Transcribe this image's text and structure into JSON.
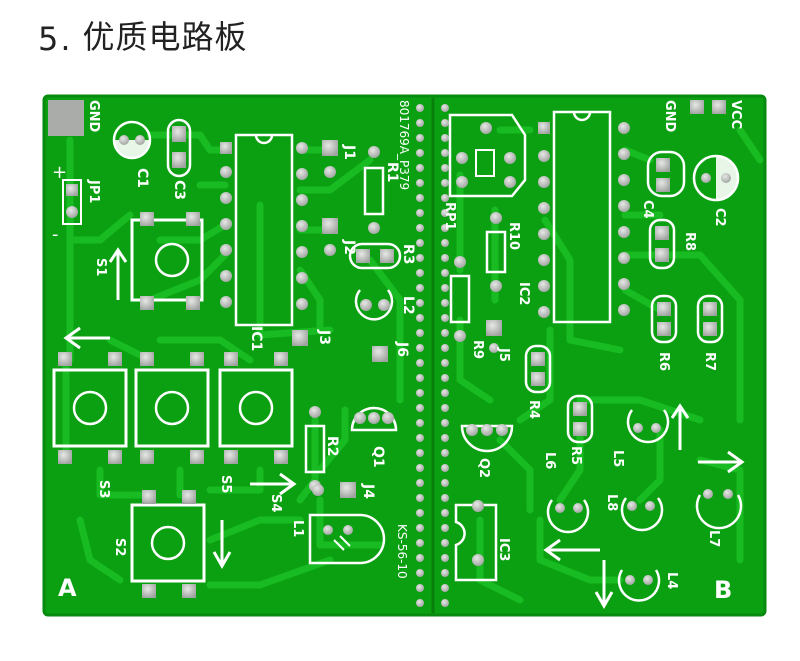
{
  "heading": {
    "number": "5",
    "separator": ".",
    "title": "优质电路板"
  },
  "colors": {
    "board": "#0aa012",
    "trace": "#15b81e",
    "pad": "#b8bcb8",
    "silk": "#ffffff"
  },
  "silk": {
    "gnd_left": "GND",
    "plus": "+",
    "minus": "-",
    "jp1": "JP1",
    "c1": "C1",
    "c3": "C3",
    "s1": "S1",
    "s2": "S2",
    "s3": "S3",
    "s4": "S4",
    "s5": "S5",
    "ic1": "IC1",
    "j1": "J1",
    "j2": "J2",
    "j3": "J3",
    "j4": "J4",
    "j5": "J5",
    "j6": "J6",
    "r1": "R1",
    "r2": "R2",
    "r3": "R3",
    "l1": "L1",
    "l2": "L2",
    "q1": "Q1",
    "board_code": "801769A_P379",
    "ks_code": "KS-56-10",
    "label_a": "A",
    "rp1": "RP1",
    "r9": "R9",
    "r10": "R10",
    "ic2": "IC2",
    "q2": "Q2",
    "ic3": "IC3",
    "r4": "R4",
    "r5": "R5",
    "r6": "R6",
    "r7": "R7",
    "r8": "R8",
    "c2": "C2",
    "c4": "C4",
    "gnd_right": "GND",
    "vcc": "VCC",
    "l4": "L4",
    "l5": "L5",
    "l6": "L6",
    "l7": "L7",
    "l8": "L8",
    "label_b": "B"
  }
}
